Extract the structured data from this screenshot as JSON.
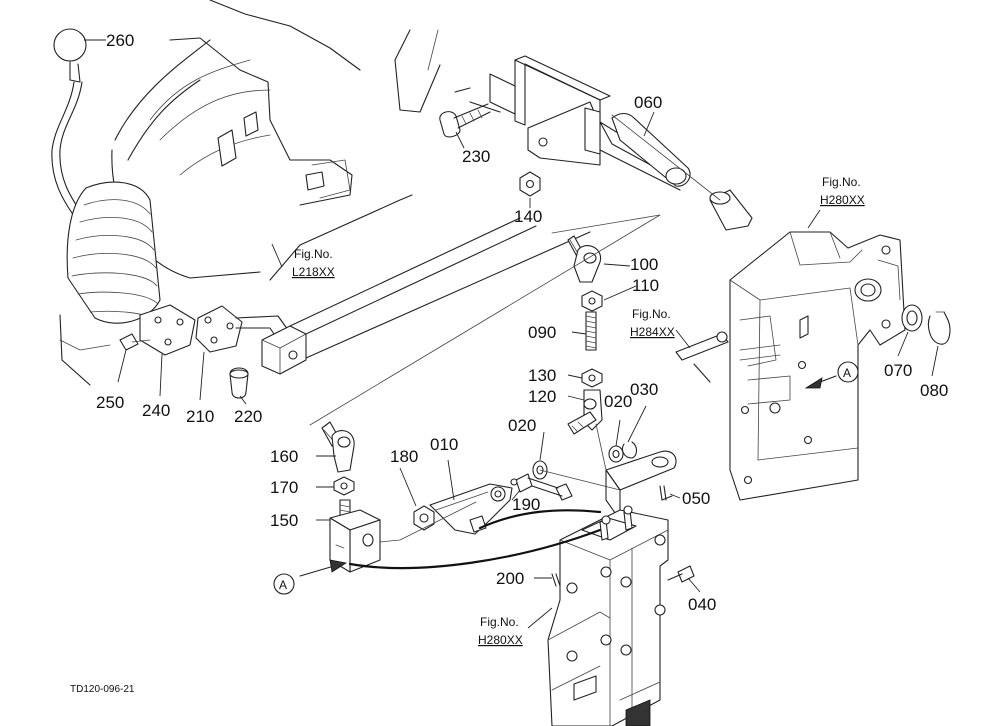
{
  "parts": [
    {
      "key": "p260",
      "label": "260"
    },
    {
      "key": "p230",
      "label": "230"
    },
    {
      "key": "p060",
      "label": "060"
    },
    {
      "key": "p140",
      "label": "140"
    },
    {
      "key": "p100",
      "label": "100"
    },
    {
      "key": "p110",
      "label": "110"
    },
    {
      "key": "p090",
      "label": "090"
    },
    {
      "key": "p130",
      "label": "130"
    },
    {
      "key": "p120",
      "label": "120"
    },
    {
      "key": "p020a",
      "label": "020"
    },
    {
      "key": "p030",
      "label": "030"
    },
    {
      "key": "p020b",
      "label": "020"
    },
    {
      "key": "p010",
      "label": "010"
    },
    {
      "key": "p180",
      "label": "180"
    },
    {
      "key": "p190",
      "label": "190"
    },
    {
      "key": "p050",
      "label": "050"
    },
    {
      "key": "p160",
      "label": "160"
    },
    {
      "key": "p170",
      "label": "170"
    },
    {
      "key": "p150",
      "label": "150"
    },
    {
      "key": "p200",
      "label": "200"
    },
    {
      "key": "p040",
      "label": "040"
    },
    {
      "key": "p250",
      "label": "250"
    },
    {
      "key": "p240",
      "label": "240"
    },
    {
      "key": "p210",
      "label": "210"
    },
    {
      "key": "p220",
      "label": "220"
    },
    {
      "key": "p070",
      "label": "070"
    },
    {
      "key": "p080",
      "label": "080"
    }
  ],
  "figure_refs": [
    {
      "key": "f1",
      "title": "Fig.No.",
      "ref": "L218XX"
    },
    {
      "key": "f2",
      "title": "Fig.No.",
      "ref": "H280XX"
    },
    {
      "key": "f3",
      "title": "Fig.No.",
      "ref": "H284XX"
    },
    {
      "key": "f4",
      "title": "Fig.No.",
      "ref": "H280XX"
    }
  ],
  "markers": [
    {
      "key": "m1",
      "label": "A"
    },
    {
      "key": "m2",
      "label": "A"
    }
  ],
  "document_code": "TD120-096-21"
}
